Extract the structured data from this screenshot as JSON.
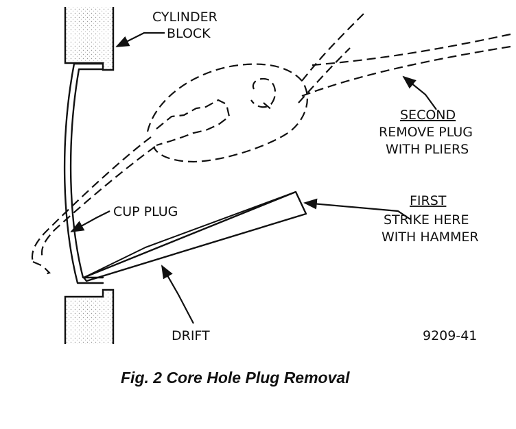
{
  "labels": {
    "cylinder_block_line1": "CYLINDER",
    "cylinder_block_line2": "BLOCK",
    "second_heading": "SECOND",
    "second_line1": "REMOVE PLUG",
    "second_line2": "WITH PLIERS",
    "cup_plug": "CUP PLUG",
    "first_heading": "FIRST",
    "first_line1": "STRIKE HERE",
    "first_line2": "WITH HAMMER",
    "drift": "DRIFT",
    "figure_number": "9209-41"
  },
  "caption": "Fig. 2 Core Hole Plug Removal"
}
